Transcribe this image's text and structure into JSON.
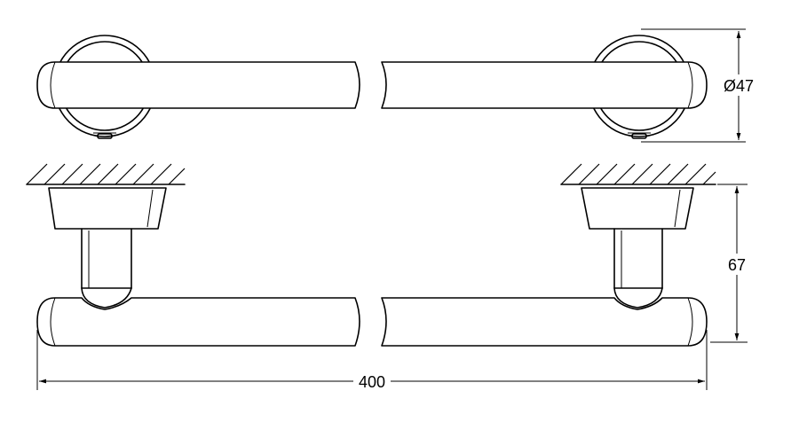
{
  "dimensions": {
    "diameter": "Ø47",
    "projection": "67",
    "length": "400"
  }
}
